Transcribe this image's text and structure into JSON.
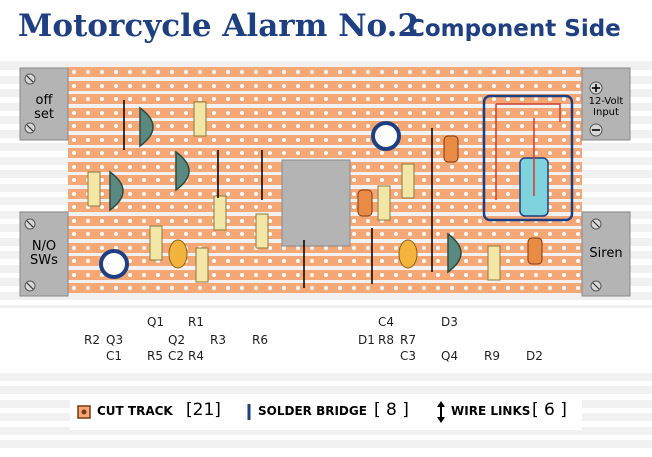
{
  "title": {
    "main": "Motorcycle Alarm No.2",
    "sub": "Component Side"
  },
  "terminals": {
    "off_set": [
      "off",
      "set"
    ],
    "no_sws": [
      "N/O",
      "SWs"
    ],
    "input": [
      "12-Volt",
      "Input"
    ],
    "siren": "Siren"
  },
  "component_labels": [
    "R2",
    "Q3",
    "C1",
    "Q1",
    "Q2",
    "R5",
    "C2",
    "R1",
    "R4",
    "R3",
    "R6",
    "C4",
    "D1",
    "R8",
    "R7",
    "C3",
    "D3",
    "Q4",
    "R9",
    "D2"
  ],
  "legend": {
    "cut_track": {
      "label": "CUT TRACK",
      "count": "[21]"
    },
    "solder_bridge": {
      "label": "SOLDER BRIDGE",
      "count": "[ 8 ]"
    },
    "wire_links": {
      "label": "WIRE LINKS",
      "count": "[ 6 ]"
    }
  },
  "colors": {
    "title": "#1f3f83",
    "track": "#f5a776",
    "hole": "#ffffff",
    "terminal": "#b4b4b4",
    "relay_outline": "#1f3f83",
    "relay_fill": "#7fd3dc"
  }
}
